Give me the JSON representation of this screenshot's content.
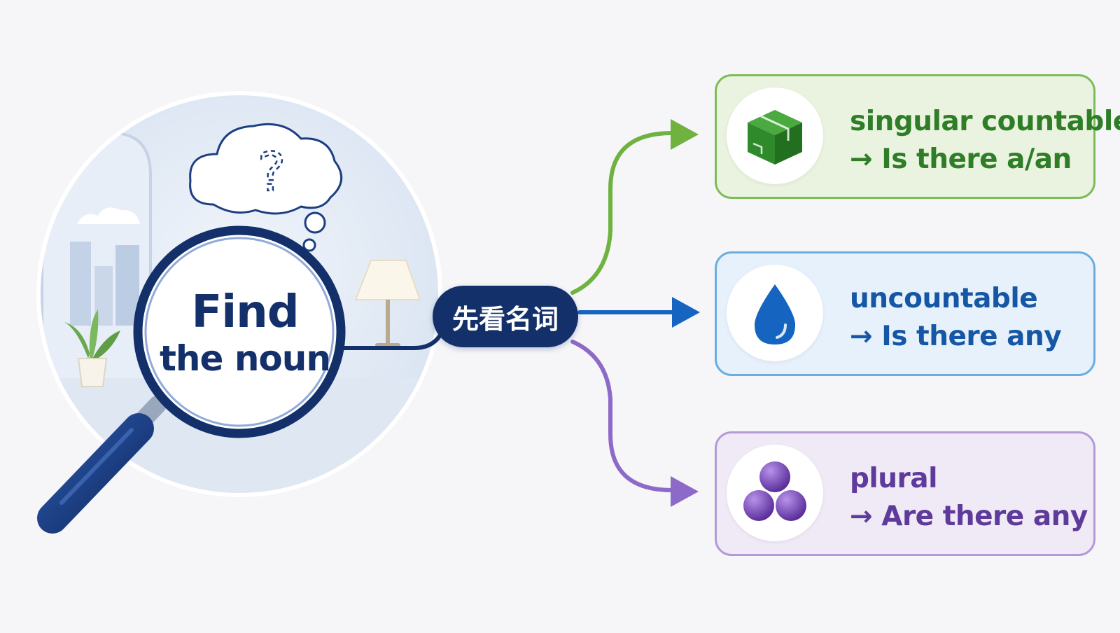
{
  "center": {
    "magnifier_line1": "Find",
    "magnifier_line2": "the noun",
    "hub_label": "先看名词"
  },
  "branches": [
    {
      "id": "singular",
      "line1": "singular countable",
      "line2": "→ Is there a/an",
      "color": "#2e7d27",
      "icon": "box-icon"
    },
    {
      "id": "uncountable",
      "line1": "uncountable",
      "line2": "→ Is there any",
      "color": "#1657a5",
      "icon": "water-drop-icon"
    },
    {
      "id": "plural",
      "line1": "plural",
      "line2": "→ Are there any",
      "color": "#5e3a9a",
      "icon": "spheres-icon"
    }
  ],
  "colors": {
    "navy": "#14306a",
    "green_arrow": "#6fb23f",
    "blue_arrow": "#1565c0",
    "purple_arrow": "#8e6ac8"
  }
}
